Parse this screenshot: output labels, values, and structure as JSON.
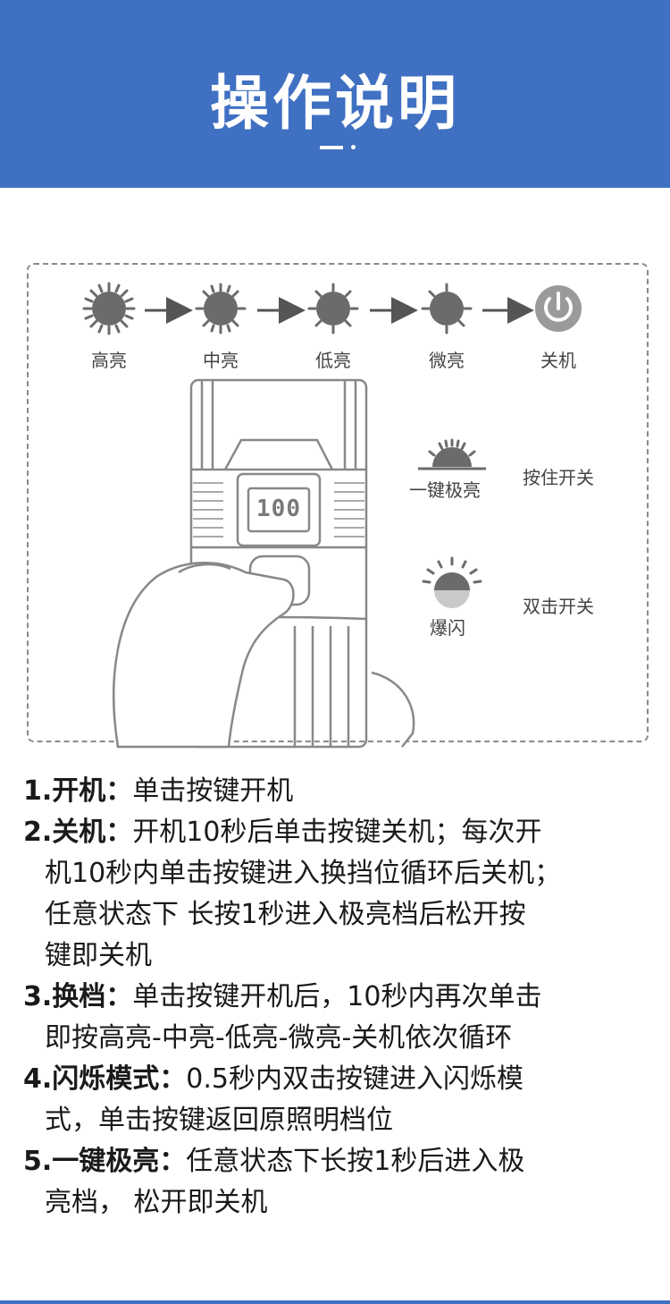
{
  "header": {
    "title": "操作说明"
  },
  "modes": [
    {
      "label": "高亮"
    },
    {
      "label": "中亮"
    },
    {
      "label": "低亮"
    },
    {
      "label": "微亮"
    },
    {
      "label": "关机"
    }
  ],
  "device": {
    "display_text": "100"
  },
  "functions": [
    {
      "icon_label": "一键极亮",
      "action": "按住开关"
    },
    {
      "icon_label": "爆闪",
      "action": "双击开关"
    }
  ],
  "instructions": [
    {
      "head": "1.开机：",
      "lines": [
        "单击按键开机"
      ]
    },
    {
      "head": "2.关机：",
      "lines": [
        "开机10秒后单击按键关机；每次开",
        "机10秒内单击按键进入换挡位循环后关机；",
        "任意状态下 长按1秒进入极亮档后松开按",
        "键即关机"
      ]
    },
    {
      "head": "3.换档：",
      "lines": [
        "单击按键开机后，10秒内再次单击",
        "即按高亮-中亮-低亮-微亮-关机依次循环"
      ]
    },
    {
      "head": "4.闪烁模式：",
      "lines": [
        "0.5秒内双击按键进入闪烁模",
        "式，单击按键返回原照明档位"
      ]
    },
    {
      "head": "5.一键极亮：",
      "lines": [
        "任意状态下长按1秒后进入极",
        "亮档， 松开即关机"
      ]
    }
  ],
  "colors": {
    "header_bg": "#4070c2",
    "icon_gray": "#6b6b6b",
    "power_gray": "#9a9a9a"
  }
}
